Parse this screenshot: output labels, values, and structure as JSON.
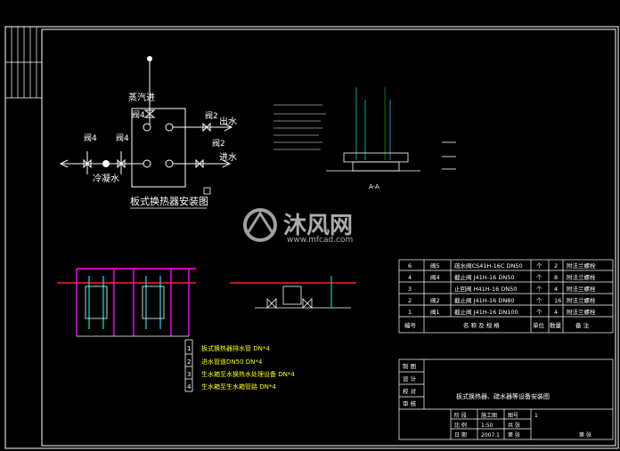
{
  "drawing": {
    "install_title": "板式换热器安装图",
    "labels": {
      "steam_in": "蒸汽进",
      "valve4_top": "阀4",
      "valve2_top": "阀2",
      "outlet": "出水",
      "valve2_bottom": "阀2",
      "inlet": "进水",
      "valve4_left_a": "阀4",
      "valve4_left_b": "阀4",
      "condensate": "冷凝水",
      "section": "A-A"
    },
    "notes": [
      {
        "no": "1",
        "text": "板式换热器排水管  DN*4"
      },
      {
        "no": "2",
        "text": "进水管道DN50  DN*4"
      },
      {
        "no": "3",
        "text": "生水箱至水换热水处理设备  DN*4"
      },
      {
        "no": "4",
        "text": "生水箱至生水箱管路  DN*4"
      }
    ]
  },
  "bom": {
    "header": {
      "no": "编号",
      "name": "名 称 及 规 格",
      "unit": "单位",
      "qty": "数量",
      "remark": "备 注"
    },
    "rows": [
      {
        "no": "6",
        "code": "阀5",
        "name": "疏水阀CS41H-16C DN50",
        "unit": "个",
        "qty": "2",
        "remark": "附法兰螺栓"
      },
      {
        "no": "4",
        "code": "阀4",
        "name": "截止阀 J41H-16 DN50",
        "unit": "个",
        "qty": "8",
        "remark": "附法兰螺栓"
      },
      {
        "no": "3",
        "code": "",
        "name": "止回阀 H41H-16 DN50",
        "unit": "个",
        "qty": "4",
        "remark": "附法兰螺栓"
      },
      {
        "no": "2",
        "code": "阀2",
        "name": "截止阀 J41H-16 DN80",
        "unit": "个",
        "qty": "16",
        "remark": "附法兰螺栓"
      },
      {
        "no": "1",
        "code": "阀1",
        "name": "截止阀 J41H-16 DN100",
        "unit": "个",
        "qty": "4",
        "remark": "附法兰螺栓"
      }
    ]
  },
  "title_block": {
    "roles": [
      "制 图",
      "设 计",
      "校 对",
      "审 核"
    ],
    "drawing_name": "板式换热器、疏水器等设备安装图",
    "meta_rows": [
      [
        "阶 段",
        "施工图",
        "图号",
        "1"
      ],
      [
        "比 例",
        "1:50",
        "共 张",
        ""
      ],
      [
        "日 期",
        "2007.1",
        "第 张",
        "第 张"
      ]
    ]
  },
  "watermark": {
    "brand": "沐风网",
    "url": "www.mfcad.com"
  },
  "colors": {
    "background": "#000000",
    "lines": "#ffffff",
    "pipe_red": "#ff2020",
    "pipe_magenta": "#ff00ff",
    "pipe_cyan": "#00c8c8",
    "frame_green": "#00a000",
    "label_yellow": "#ffff00"
  }
}
